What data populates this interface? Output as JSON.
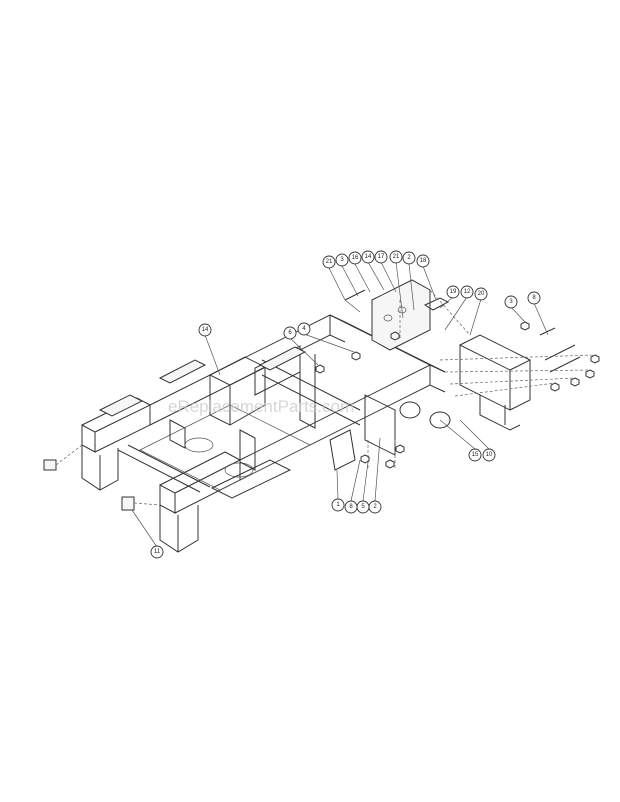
{
  "watermark": "eReplacementParts.com",
  "callouts": [
    {
      "id": "c-21a",
      "label": "21"
    },
    {
      "id": "c-3a",
      "label": "3"
    },
    {
      "id": "c-16",
      "label": "16"
    },
    {
      "id": "c-14a",
      "label": "14"
    },
    {
      "id": "c-17",
      "label": "17"
    },
    {
      "id": "c-21b",
      "label": "21"
    },
    {
      "id": "c-2a",
      "label": "2"
    },
    {
      "id": "c-18",
      "label": "18"
    },
    {
      "id": "c-19",
      "label": "19"
    },
    {
      "id": "c-12",
      "label": "12"
    },
    {
      "id": "c-20",
      "label": "20"
    },
    {
      "id": "c-3b",
      "label": "3"
    },
    {
      "id": "c-8a",
      "label": "8"
    },
    {
      "id": "c-6",
      "label": "6"
    },
    {
      "id": "c-4",
      "label": "4"
    },
    {
      "id": "c-14b",
      "label": "14"
    },
    {
      "id": "c-1",
      "label": "1"
    },
    {
      "id": "c-8b",
      "label": "8"
    },
    {
      "id": "c-5",
      "label": "5"
    },
    {
      "id": "c-2b",
      "label": "2"
    },
    {
      "id": "c-15",
      "label": "15"
    },
    {
      "id": "c-10",
      "label": "10"
    },
    {
      "id": "c-11",
      "label": "11"
    }
  ]
}
